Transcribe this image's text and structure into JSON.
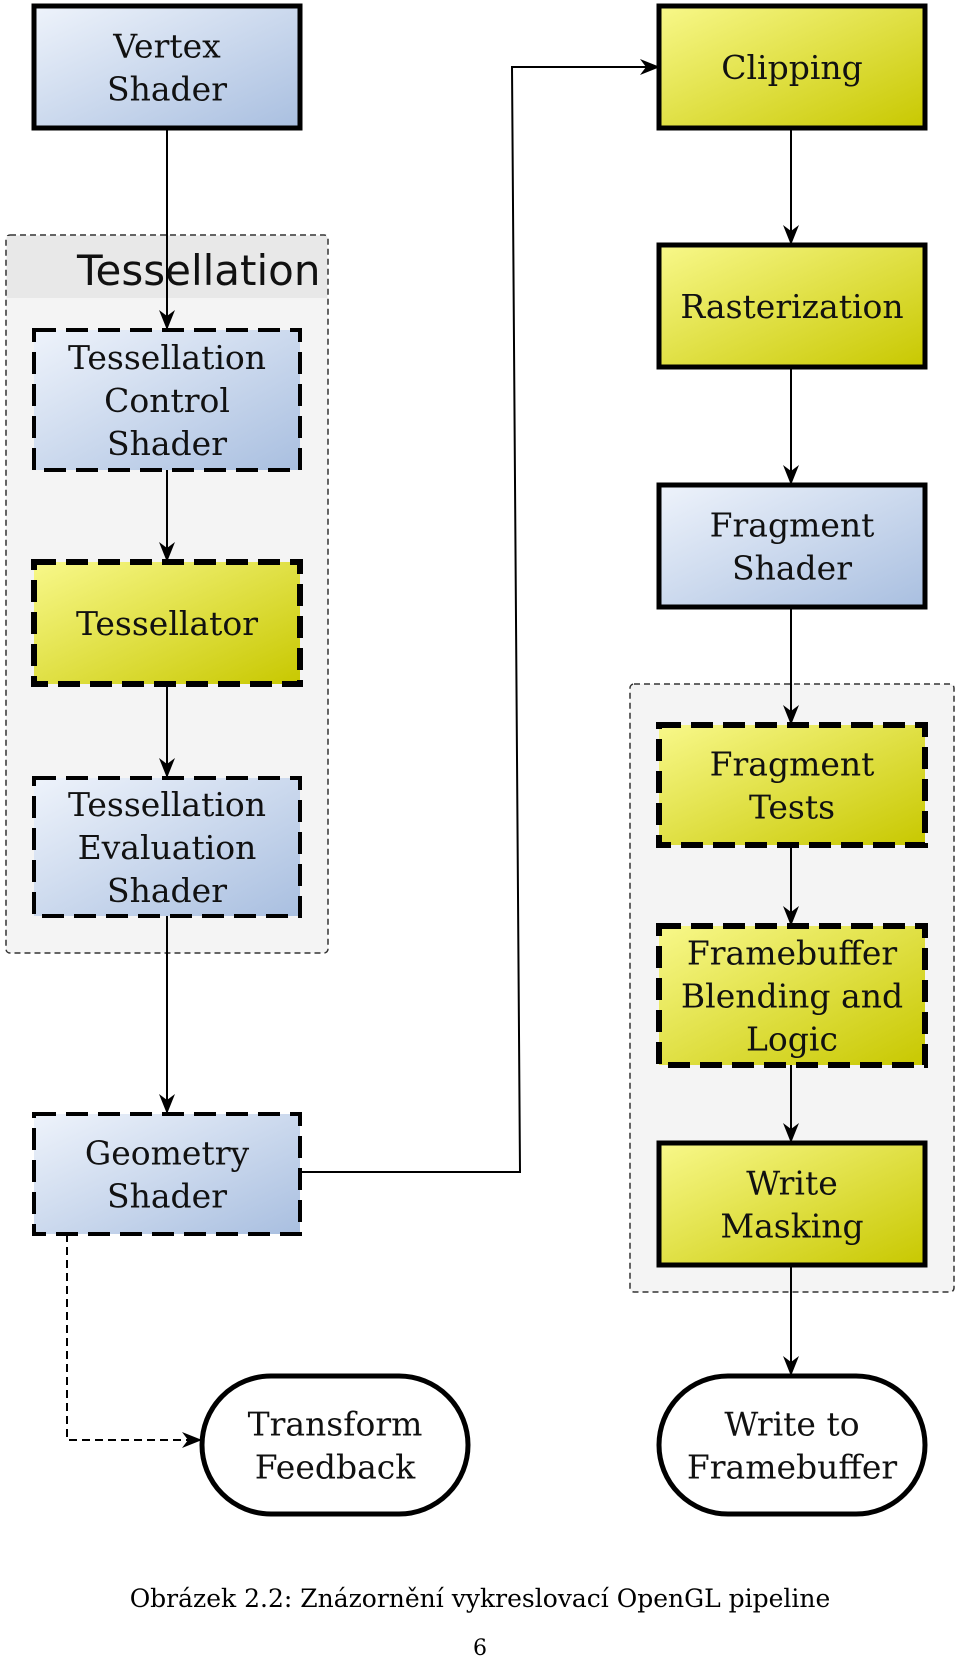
{
  "colors": {
    "blue_light": "#eef3fb",
    "blue_dark": "#a9bfe0",
    "yellow_light": "#f8f88a",
    "yellow_dark": "#c8c800",
    "group_fill": "#f4f4f4",
    "group_header": "#e8e8e8",
    "stroke": "#000000"
  },
  "groups": {
    "tessellation": {
      "title": "Tessellation"
    }
  },
  "nodes": {
    "vertex_shader": [
      "Vertex",
      "Shader"
    ],
    "tess_control": [
      "Tessellation",
      "Control",
      "Shader"
    ],
    "tessellator": [
      "Tessellator"
    ],
    "tess_evaluation": [
      "Tessellation",
      "Evaluation",
      "Shader"
    ],
    "geometry_shader": [
      "Geometry",
      "Shader"
    ],
    "transform_feedback": [
      "Transform",
      "Feedback"
    ],
    "clipping": [
      "Clipping"
    ],
    "rasterization": [
      "Rasterization"
    ],
    "fragment_shader": [
      "Fragment",
      "Shader"
    ],
    "fragment_tests": [
      "Fragment",
      "Tests"
    ],
    "framebuffer_blending": [
      "Framebuffer",
      "Blending and",
      "Logic"
    ],
    "write_masking": [
      "Write",
      "Masking"
    ],
    "write_to_framebuffer": [
      "Write to",
      "Framebuffer"
    ]
  },
  "caption": "Obrázek 2.2: Znázornění vykreslovací OpenGL pipeline",
  "page_number": "6"
}
